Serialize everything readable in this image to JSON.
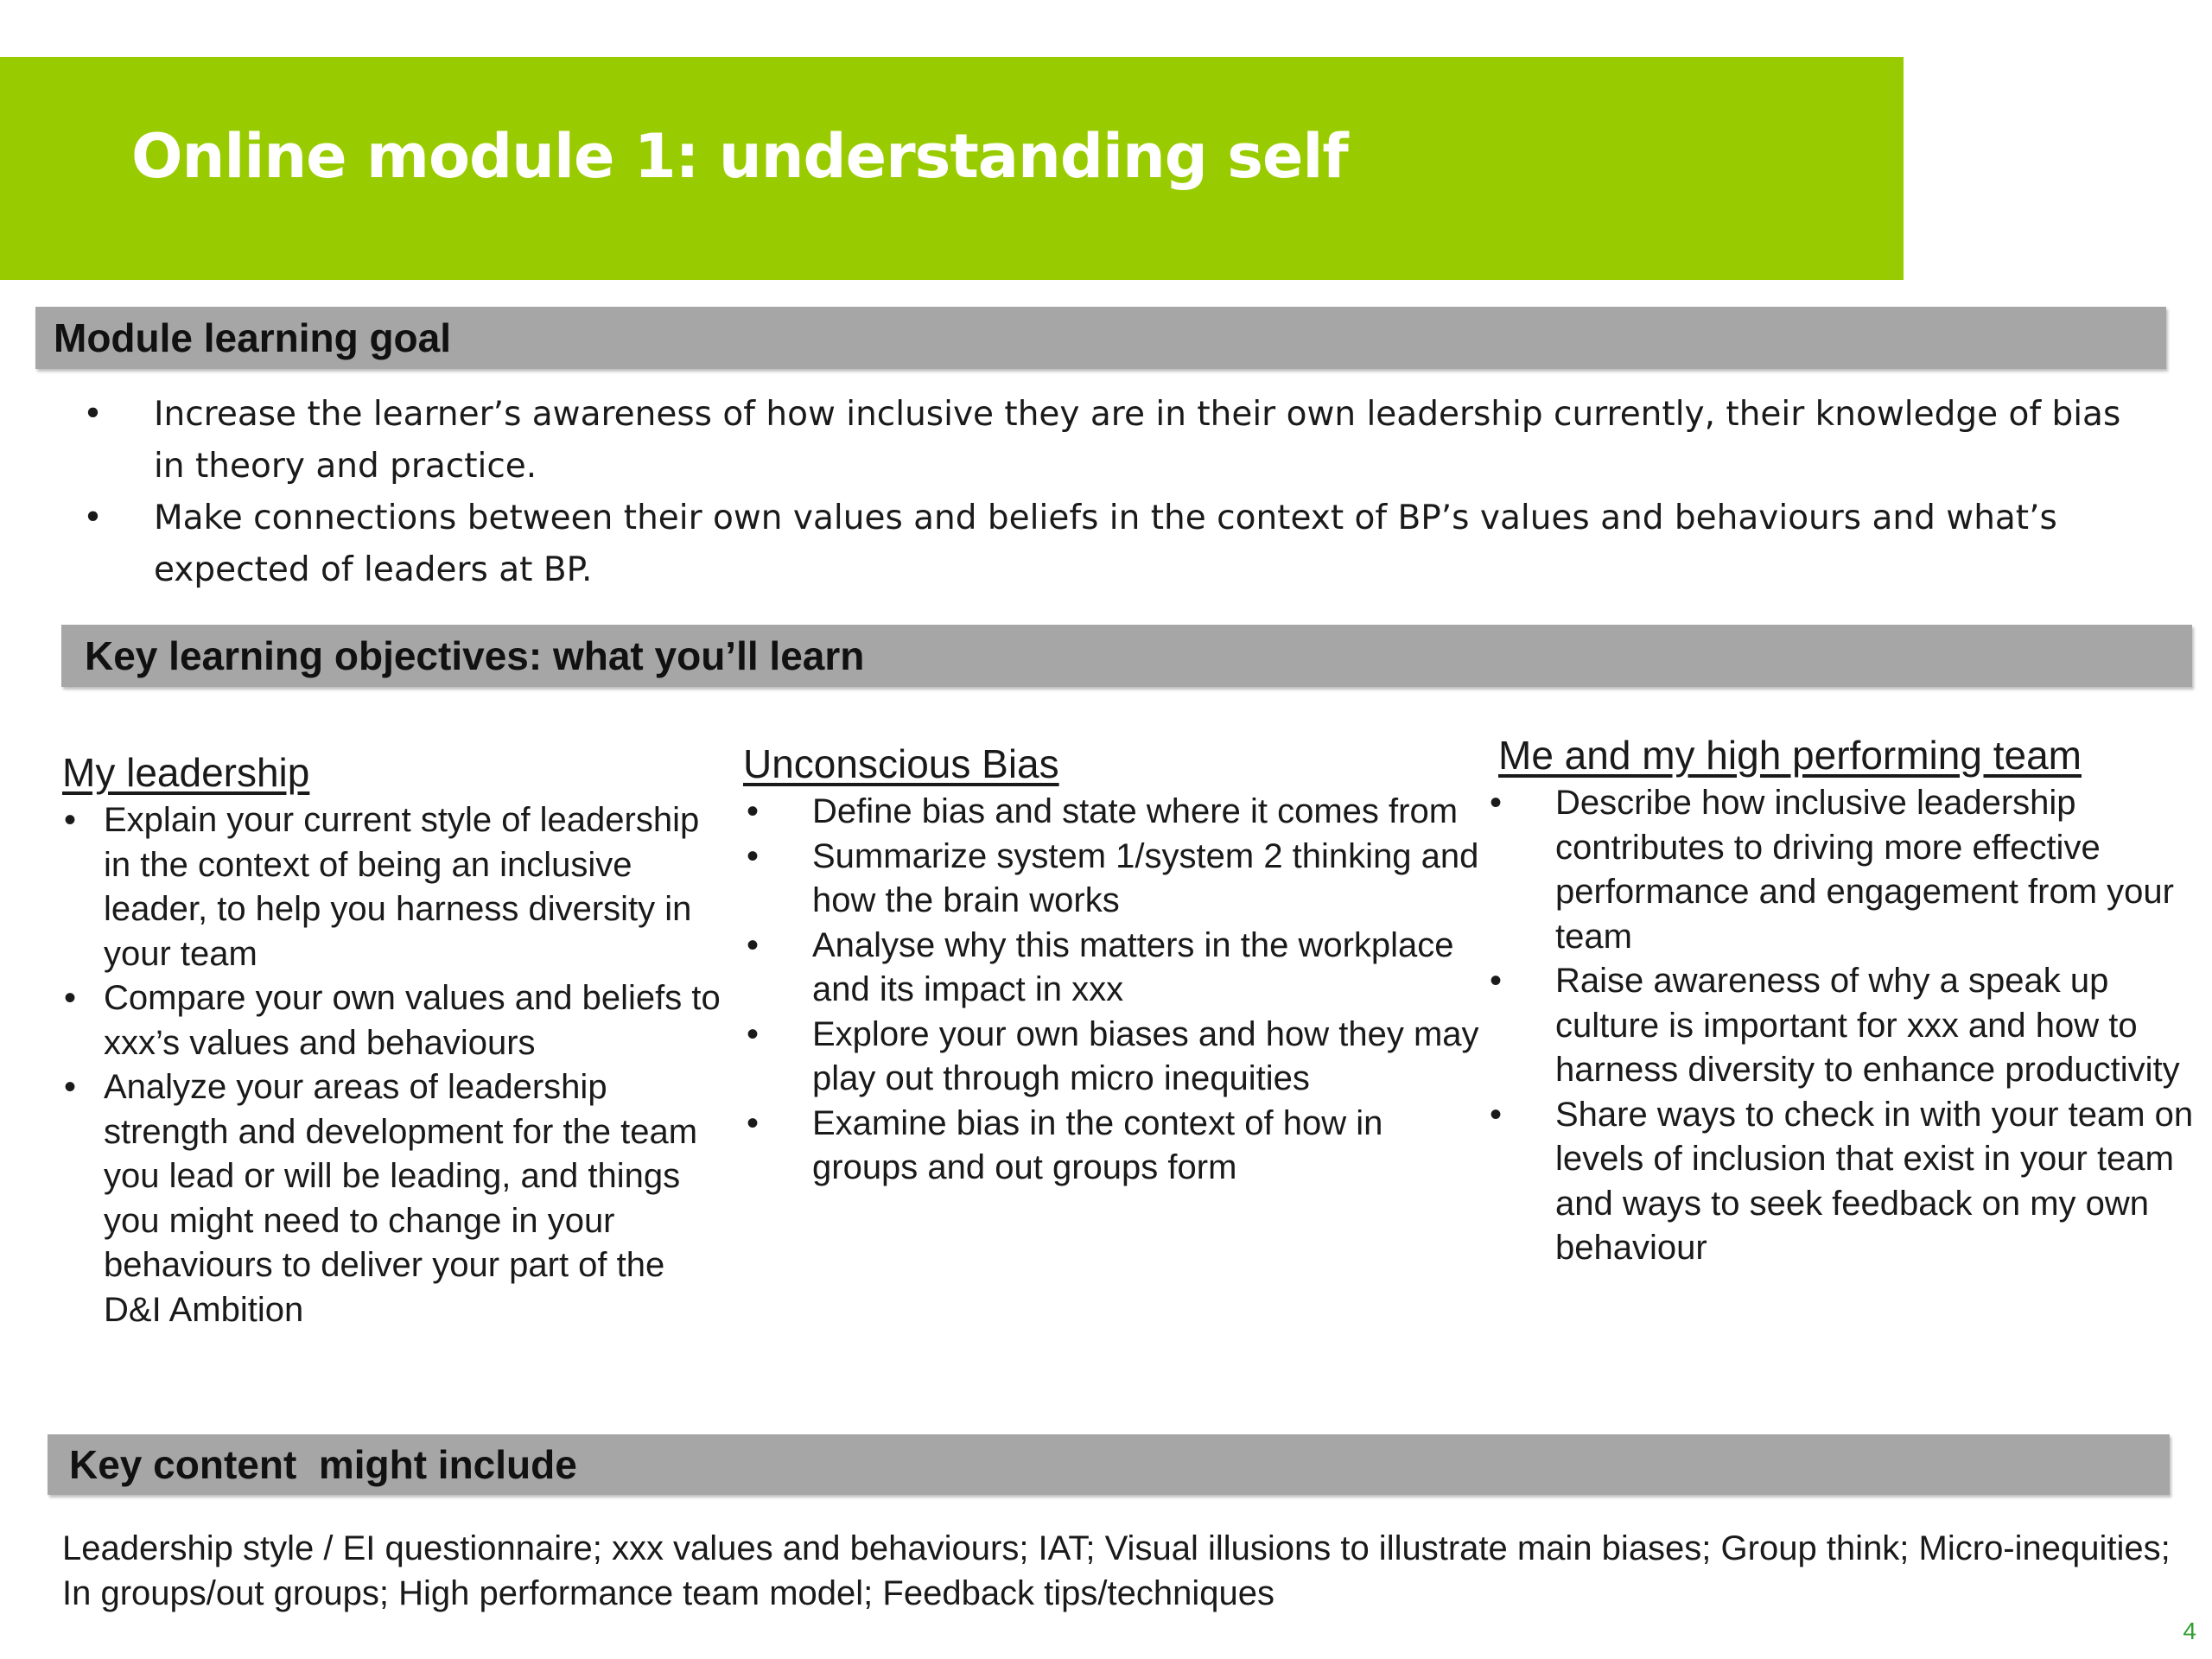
{
  "title": "Online module 1: understanding self",
  "colors": {
    "title_bar": "#99cc00",
    "section_bar": "#a6a6a6",
    "page_number": "#2e9e2e"
  },
  "goal": {
    "heading": "Module learning goal",
    "items": [
      "Increase the learner’s awareness of how inclusive they are in their own leadership currently, their knowledge of bias in theory and practice.",
      "Make connections between their own values and beliefs in the context of BP’s values and behaviours and what’s expected of leaders at BP."
    ]
  },
  "objectives": {
    "heading": "Key learning objectives: what you’ll learn",
    "columns": [
      {
        "heading": "My leadership",
        "items": [
          "Explain your current style of leadership in the context of being an inclusive leader, to help you harness diversity in your team",
          "Compare your own values and beliefs to xxx’s values and behaviours",
          "Analyze your areas of leadership strength and development for the team you lead or will be leading, and things you might need to change in your behaviours to deliver your part of the D&I Ambition"
        ]
      },
      {
        "heading": "Unconscious Bias",
        "items": [
          "Define bias and state where it comes from",
          "Summarize system 1/system 2 thinking and how the brain works",
          "Analyse why this matters in the workplace and its impact in xxx",
          "Explore your own biases and how they may play out through micro inequities",
          "Examine bias in the context of how in groups and out groups form"
        ]
      },
      {
        "heading": "Me and my high performing team",
        "items": [
          "Describe how inclusive leadership contributes to driving more effective performance and engagement from your team",
          "Raise awareness of why a speak up culture is important for xxx and how to harness diversity to enhance productivity",
          "Share ways to check in with your team on levels of inclusion that exist in your team and ways to seek feedback on my own behaviour"
        ]
      }
    ]
  },
  "content": {
    "heading": "Key content  might include",
    "text": "Leadership style / EI questionnaire; xxx values and behaviours; IAT; Visual illusions to illustrate main biases; Group think; Micro-inequities; In groups/out groups; High performance team model; Feedback tips/techniques"
  },
  "page_number": "4"
}
